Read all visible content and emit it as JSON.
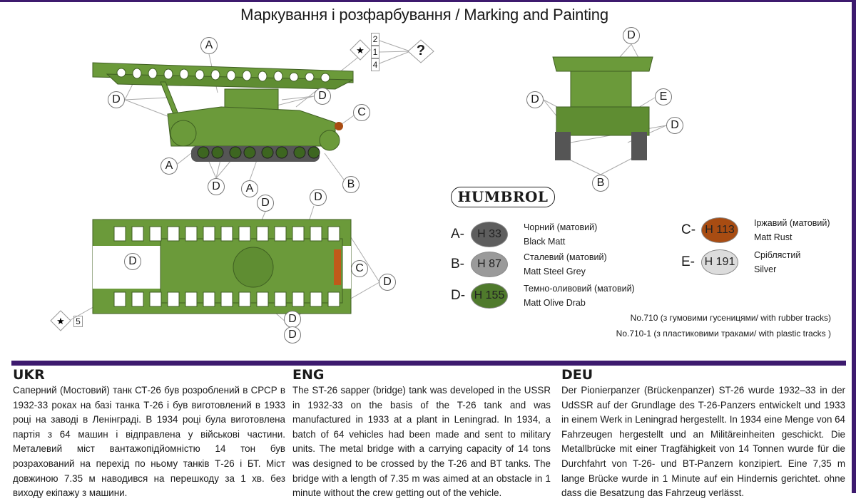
{
  "title": "Маркування і розфарбування / Marking and Painting",
  "callouts": {
    "side": [
      "A",
      "D",
      "D",
      "C",
      "A",
      "D",
      "A",
      "B",
      "D",
      "D"
    ],
    "top": [
      "D",
      "C",
      "D",
      "D",
      "D"
    ],
    "rear": [
      "D",
      "D",
      "E",
      "D",
      "B"
    ]
  },
  "decals": {
    "star_numbers": [
      "2",
      "1",
      "4"
    ],
    "unknown": "?",
    "top_number": "5"
  },
  "paint": {
    "brand": "HUMBROL",
    "items": [
      {
        "letter": "A-",
        "code": "H 33",
        "ukr": "Чорний (матовий)",
        "eng": "Black Matt",
        "color": "#5e5e5e"
      },
      {
        "letter": "B-",
        "code": "H 87",
        "ukr": "Сталевий (матовий)",
        "eng": "Matt Steel Grey",
        "color": "#9a9a9a"
      },
      {
        "letter": "D-",
        "code": "H 155",
        "ukr": "Темно-оливовий (матовий)",
        "eng": "Matt Olive Drab",
        "color": "#4f7a2c"
      },
      {
        "letter": "C-",
        "code": "H 113",
        "ukr": "Іржавий (матовий)",
        "eng": "Matt Rust",
        "color": "#a84c12"
      },
      {
        "letter": "E-",
        "code": "H 191",
        "ukr": "Сріблястий",
        "eng": "Silver",
        "color": "#dcdcdc"
      }
    ]
  },
  "notes": [
    "No.710 (з гумовими гусеницями/ with rubber tracks)",
    "No.710-1 (з пластиковими траками/ with plastic tracks )"
  ],
  "text": {
    "ukr": {
      "heading": "UKR",
      "body": "Саперний (Мостовий) танк СТ-26 був розроблений в СРСР в 1932-33 роках на базі танка Т-26 і був виготовлений в 1933 році на заводі в Ленінграді. В 1934 році була виготовлена партія з 64 машин і відправлена у військові частини. Металевий міст вантажопідйомністю 14 тон був розрахований на перехід по ньому танків Т-26 і БТ. Міст довжиною 7.35 м наводився на перешкоду за 1 хв. без виходу екіпажу з машини."
    },
    "eng": {
      "heading": "ENG",
      "body": "The ST-26 sapper (bridge) tank was developed in the USSR in 1932-33 on the basis of the T-26 tank and was manufactured in 1933 at a plant in Leningrad. In 1934, a batch of 64 vehicles had been made and sent to military units. The metal bridge with a carrying capacity of 14 tons was designed to be crossed by the T-26 and BT tanks. The bridge with a length of 7.35 m was aimed at an obstacle in 1 minute without the crew getting out of the vehicle."
    },
    "deu": {
      "heading": "DEU",
      "body": "Der Pionierpanzer (Brückenpanzer) ST-26 wurde 1932–33 in der UdSSR auf der Grundlage des T-26-Panzers entwickelt und 1933 in einem Werk in Leningrad hergestellt. In 1934 eine Menge von 64 Fahrzeugen hergestellt und an Militäreinheiten geschickt. Die Metallbrücke mit einer Tragfähigkeit von 14 Tonnen wurde für die Durchfahrt von T-26- und BT-Panzern konzipiert. Eine 7,35 m lange Brücke wurde in 1 Minute auf ein Hindernis gerichtet. ohne dass die Besatzung das Fahrzeug verlässt."
    }
  }
}
